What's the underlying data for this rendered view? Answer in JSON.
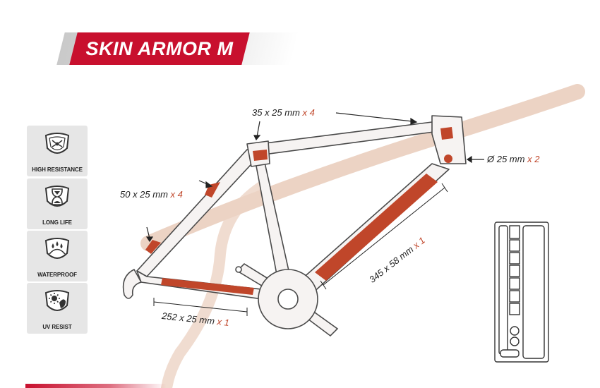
{
  "title": "SKIN ARMOR M",
  "colors": {
    "accent": "#c8102e",
    "patch": "#c0462a",
    "frame_fill": "#f6f3f2",
    "frame_stroke": "#4a4a4a",
    "swoosh": "#e7c9b8"
  },
  "features": [
    {
      "label": "HIGH RESISTANCE",
      "icon": "impact-shield-icon"
    },
    {
      "label": "LONG LIFE",
      "icon": "hourglass-icon"
    },
    {
      "label": "WATERPROOF",
      "icon": "water-drops-icon"
    },
    {
      "label": "UV RESIST",
      "icon": "sun-icon"
    }
  ],
  "dimensions": {
    "top": {
      "size": "35 x 25 mm",
      "qty": "x 4"
    },
    "seat_stay": {
      "size": "50 x 25 mm",
      "qty": "x 4"
    },
    "round": {
      "size": "Ø 25 mm",
      "qty": "x 2"
    },
    "down_tube": {
      "size": "345 x 58 mm",
      "qty": "x 1"
    },
    "chain_stay": {
      "size": "252 x 25 mm",
      "qty": "x 1"
    }
  }
}
